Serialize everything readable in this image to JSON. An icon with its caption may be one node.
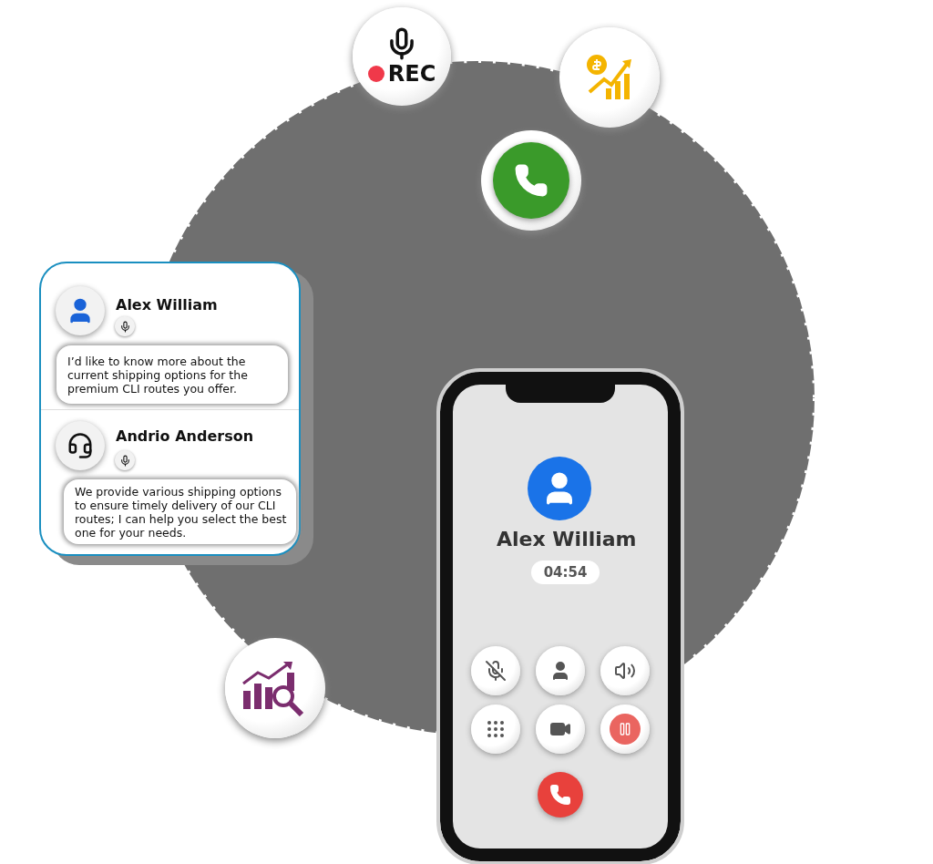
{
  "diagram": {
    "nodes": [
      {
        "text": [],
        "shape": "box"
      },
      {
        "text": [
          "I’d like to know more about the current shipping options for the premium CLI routes you offer."
        ],
        "in": 0
      },
      {
        "text": [
          "We provide various shipping options to ensure timely delivery of our CLI routes; I can help you select the best one for your needs."
        ],
        "in": 0
      },
      {
        "text": [],
        "shape": "box"
      },
      {
        "text": [
          "04:54"
        ],
        "in": 3
      },
      {
        "text": [
          "REC"
        ]
      },
      {
        "text": [],
        "shape": "circle"
      },
      {
        "text": [],
        "shape": "circle"
      },
      {
        "text": [],
        "shape": "circle"
      },
      {
        "text": [],
        "shape": "bar",
        "in": 3
      }
    ],
    "labels": [
      "Alex William",
      "Andrio Anderson",
      "Alex William"
    ]
  }
}
